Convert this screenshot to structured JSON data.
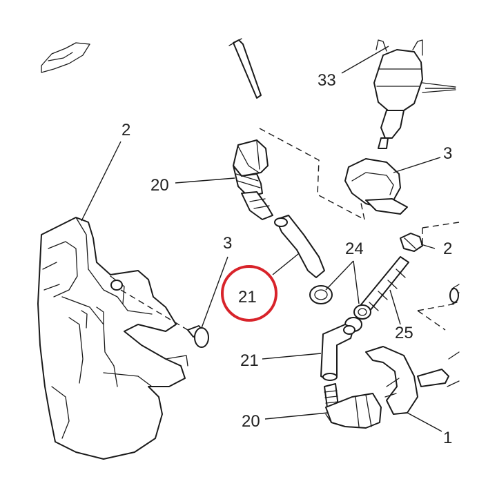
{
  "diagram": {
    "highlight": {
      "callout": "21",
      "color": "#d8232a"
    },
    "callouts": {
      "c33": "33",
      "c3_top": "3",
      "c2": "2",
      "c20_top": "20",
      "c3_left": "3",
      "c21_highlight": "21",
      "c24": "24",
      "c2_right": "2",
      "c25": "25",
      "c21_bottom": "21",
      "c20_bottom": "20",
      "c1": "1"
    }
  }
}
